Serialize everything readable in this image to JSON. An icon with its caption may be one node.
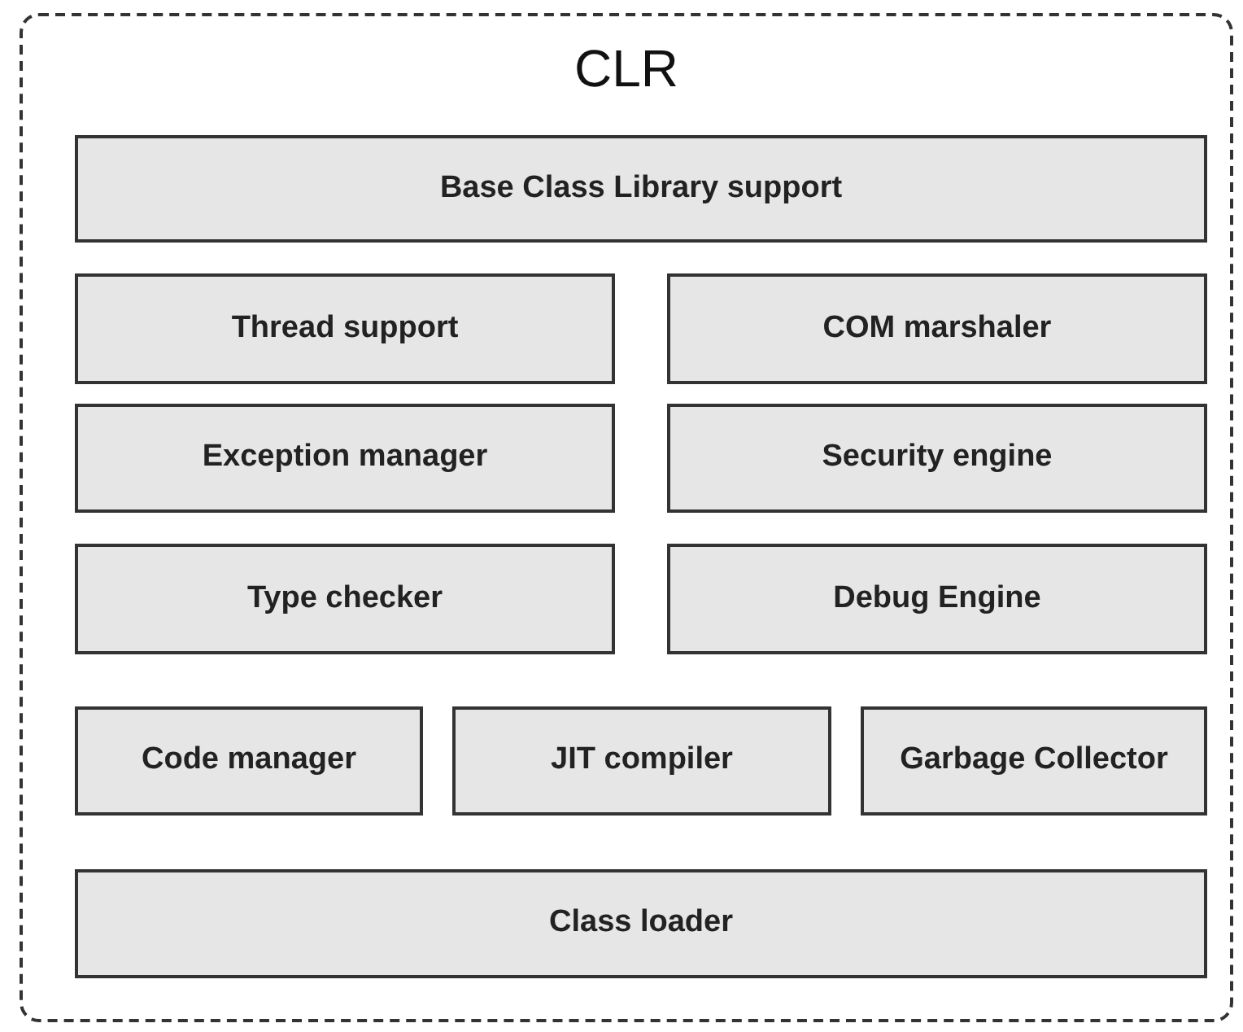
{
  "diagram": {
    "nodes": [
      {
        "text": [
          "CLR"
        ]
      },
      {
        "text": [
          "Base Class Library support"
        ],
        "in": 0
      },
      {
        "text": [
          "Thread support"
        ],
        "in": 0
      },
      {
        "text": [
          "COM marshaler"
        ],
        "in": 0
      },
      {
        "text": [
          "Exception manager"
        ],
        "in": 0
      },
      {
        "text": [
          "Security engine"
        ],
        "in": 0
      },
      {
        "text": [
          "Type checker"
        ],
        "in": 0
      },
      {
        "text": [
          "Debug Engine"
        ],
        "in": 0
      },
      {
        "text": [
          "Code manager"
        ],
        "in": 0
      },
      {
        "text": [
          "JIT compiler"
        ],
        "in": 0
      },
      {
        "text": [
          "Garbage Collector"
        ],
        "in": 0
      },
      {
        "text": [
          "Class loader"
        ],
        "in": 0
      }
    ]
  }
}
